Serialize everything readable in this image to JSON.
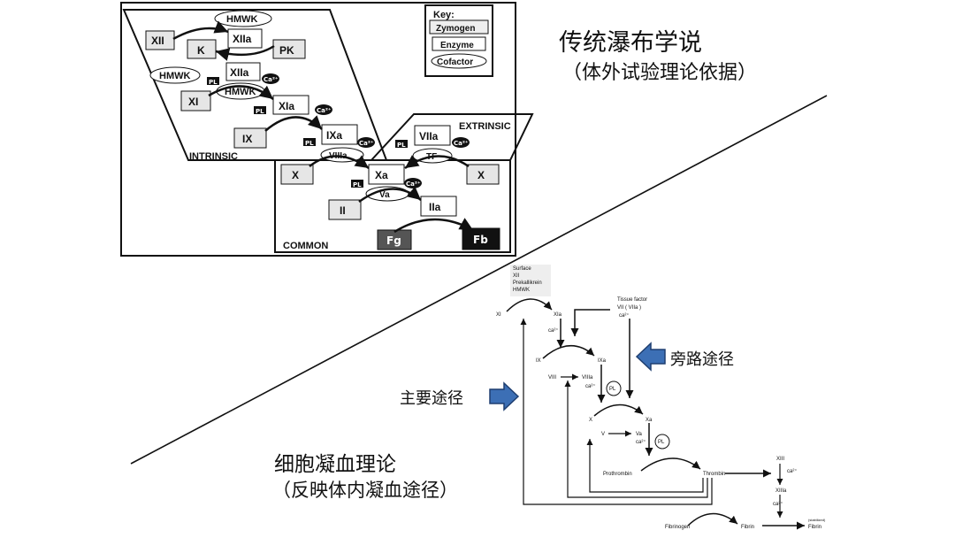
{
  "classical": {
    "title": "传统瀑布学说",
    "subtitle": "（体外试验理论依据）",
    "key": {
      "heading": "Key:",
      "zymogen": "Zymogen",
      "enzyme": "Enzyme",
      "cofactor": "Cofactor"
    },
    "regions": {
      "intrinsic": "INTRINSIC",
      "extrinsic": "EXTRINSIC",
      "common": "COMMON"
    },
    "labels": {
      "xii": "XII",
      "k": "K",
      "xiia": "XIIa",
      "pk": "PK",
      "hmwk": "HMWK",
      "xi": "XI",
      "xia": "XIa",
      "ix": "IX",
      "ixa": "IXa",
      "viiia": "VIIIa",
      "pl": "PL",
      "ca": "Ca²⁺",
      "viia": "VIIa",
      "tf": "TF",
      "x": "X",
      "xa": "Xa",
      "va": "Va",
      "ii": "II",
      "iia": "IIa",
      "fg": "Fg",
      "fb": "Fb"
    }
  },
  "cellular": {
    "title": "细胞凝血理论",
    "subtitle": "（反映体内凝血途径）",
    "main_path_label": "主要途径",
    "bypass_label": "旁路途径",
    "small": {
      "surface": "Surface",
      "xii": "XII",
      "prekallikrein": "Prekallikrein",
      "hmwk": "HMWK",
      "xi": "XI",
      "xia": "XIa",
      "ca": "ca²⁺",
      "ix": "IX",
      "ixa": "IXa",
      "viii": "VIII",
      "viiia": "VIIIa",
      "tissue_factor": "Tissue factor",
      "vii": "VII ( VIIa )",
      "pl": "PL",
      "x": "X",
      "xa": "Xa",
      "v": "V",
      "va": "Va",
      "prothrombin": "Prothrombin",
      "thrombin": "Thrombin",
      "xiii": "XIII",
      "xiiia": "XIIIa",
      "fibrinogen": "Fibrinogen",
      "fibrin": "Fibrin",
      "fibrin2": "Fibrin",
      "crosslinked": "(stabilized)"
    }
  }
}
